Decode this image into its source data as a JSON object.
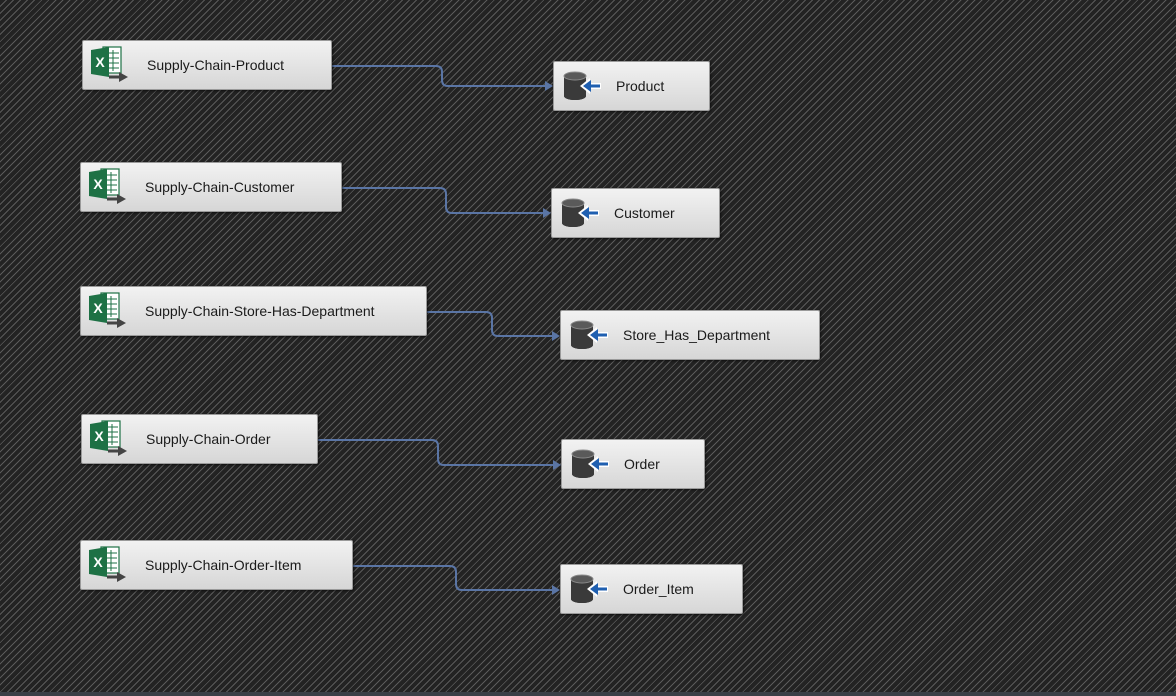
{
  "sources": [
    {
      "id": "src-product",
      "label": "Supply-Chain-Product",
      "icon": "excel-source-icon"
    },
    {
      "id": "src-customer",
      "label": "Supply-Chain-Customer",
      "icon": "excel-source-icon"
    },
    {
      "id": "src-store-has-department",
      "label": "Supply-Chain-Store-Has-Department",
      "icon": "excel-source-icon"
    },
    {
      "id": "src-order",
      "label": "Supply-Chain-Order",
      "icon": "excel-source-icon"
    },
    {
      "id": "src-order-item",
      "label": "Supply-Chain-Order-Item",
      "icon": "excel-source-icon"
    }
  ],
  "destinations": [
    {
      "id": "dst-product",
      "label": "Product",
      "icon": "database-destination-icon"
    },
    {
      "id": "dst-customer",
      "label": "Customer",
      "icon": "database-destination-icon"
    },
    {
      "id": "dst-store-has-department",
      "label": "Store_Has_Department",
      "icon": "database-destination-icon"
    },
    {
      "id": "dst-order",
      "label": "Order",
      "icon": "database-destination-icon"
    },
    {
      "id": "dst-order-item",
      "label": "Order_Item",
      "icon": "database-destination-icon"
    }
  ],
  "colors": {
    "connector": "#5a75a5",
    "excel_green": "#1e7145",
    "db_dark": "#3a3a3a",
    "arrow_blue": "#1f5fb0"
  }
}
